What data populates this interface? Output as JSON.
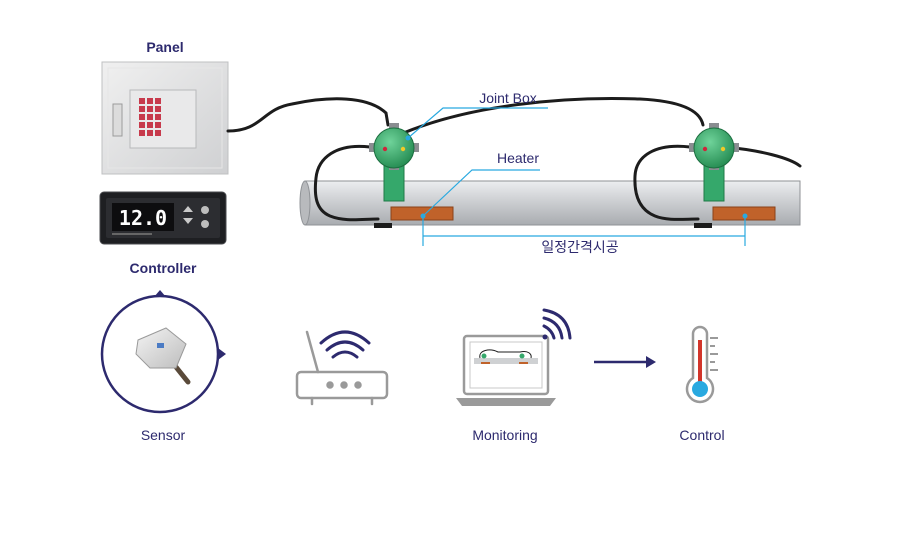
{
  "labels": {
    "panel": "Panel",
    "controller": "Controller",
    "joint_box": "Joint Box",
    "heater": "Heater",
    "spacing": "일정간격시공",
    "sensor": "Sensor",
    "monitoring": "Monitoring",
    "control": "Control"
  },
  "controller_display": "12.0",
  "colors": {
    "label_text": "#2d2a6e",
    "callout_line": "#29a9e0",
    "pipe": "#c4c6c9",
    "joint_box": "#35a86b",
    "heater": "#c0622a",
    "cable": "#1c1c1c",
    "icon_grey": "#9a9a9a",
    "accent_navy": "#2d2a6e",
    "thermo_red": "#d2352b",
    "thermo_blue": "#29a9e0"
  },
  "icons": [
    "panel-box",
    "controller-device",
    "sensor-probe",
    "wifi-router-icon",
    "laptop-icon",
    "arrow-right-icon",
    "thermometer-icon"
  ]
}
